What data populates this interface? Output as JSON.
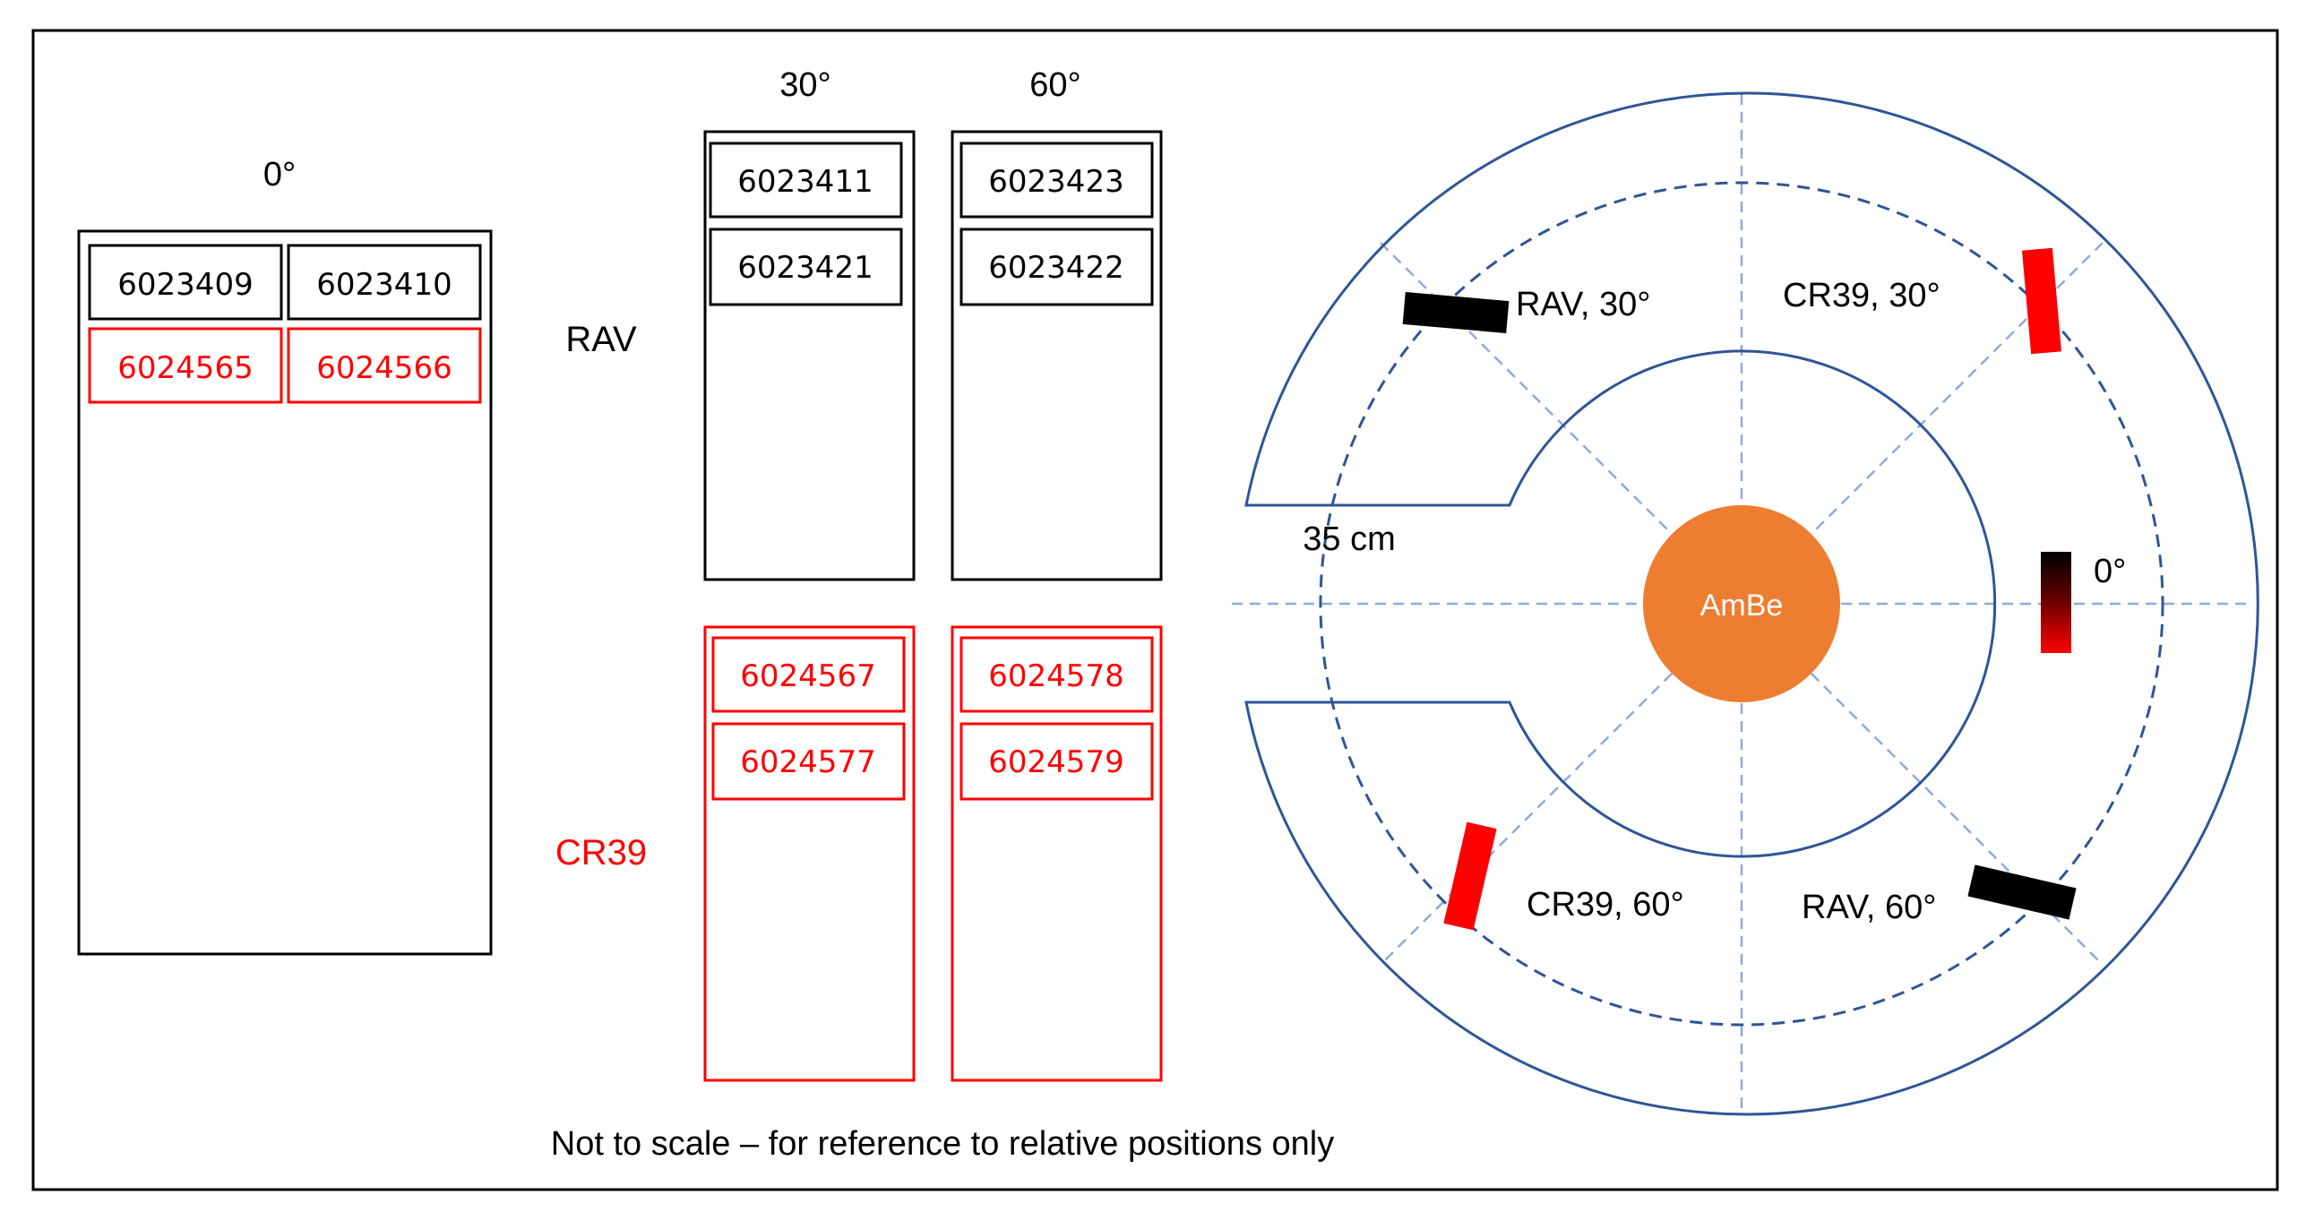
{
  "colors": {
    "black": "#000000",
    "red": "#ff0000",
    "ring_outline": "#2f5597",
    "dashed_line": "#8faadc",
    "dashed_circle": "#2f5597",
    "source_fill": "#ed7d31",
    "source_text": "#ffffff"
  },
  "panel_left": {
    "header_0": "0°",
    "header_30": "30°",
    "header_60": "60°",
    "label_rav": "RAV",
    "label_cr39": "CR39",
    "rav_0": [
      "6023409",
      "6023410"
    ],
    "cr39_0": [
      "6024565",
      "6024566"
    ],
    "rav_30": [
      "6023411",
      "6023421"
    ],
    "rav_60": [
      "6023423",
      "6023422"
    ],
    "cr39_30": [
      "6024567",
      "6024577"
    ],
    "cr39_60": [
      "6024578",
      "6024579"
    ]
  },
  "panel_right": {
    "source_label": "AmBe",
    "distance_label": "35 cm",
    "labels": {
      "rav_30": "RAV, 30°",
      "cr39_30": "CR39, 30°",
      "zero": "0°",
      "cr39_60": "CR39, 60°",
      "rav_60": "RAV, 60°"
    }
  },
  "caption": "Not to scale – for reference to relative positions only"
}
